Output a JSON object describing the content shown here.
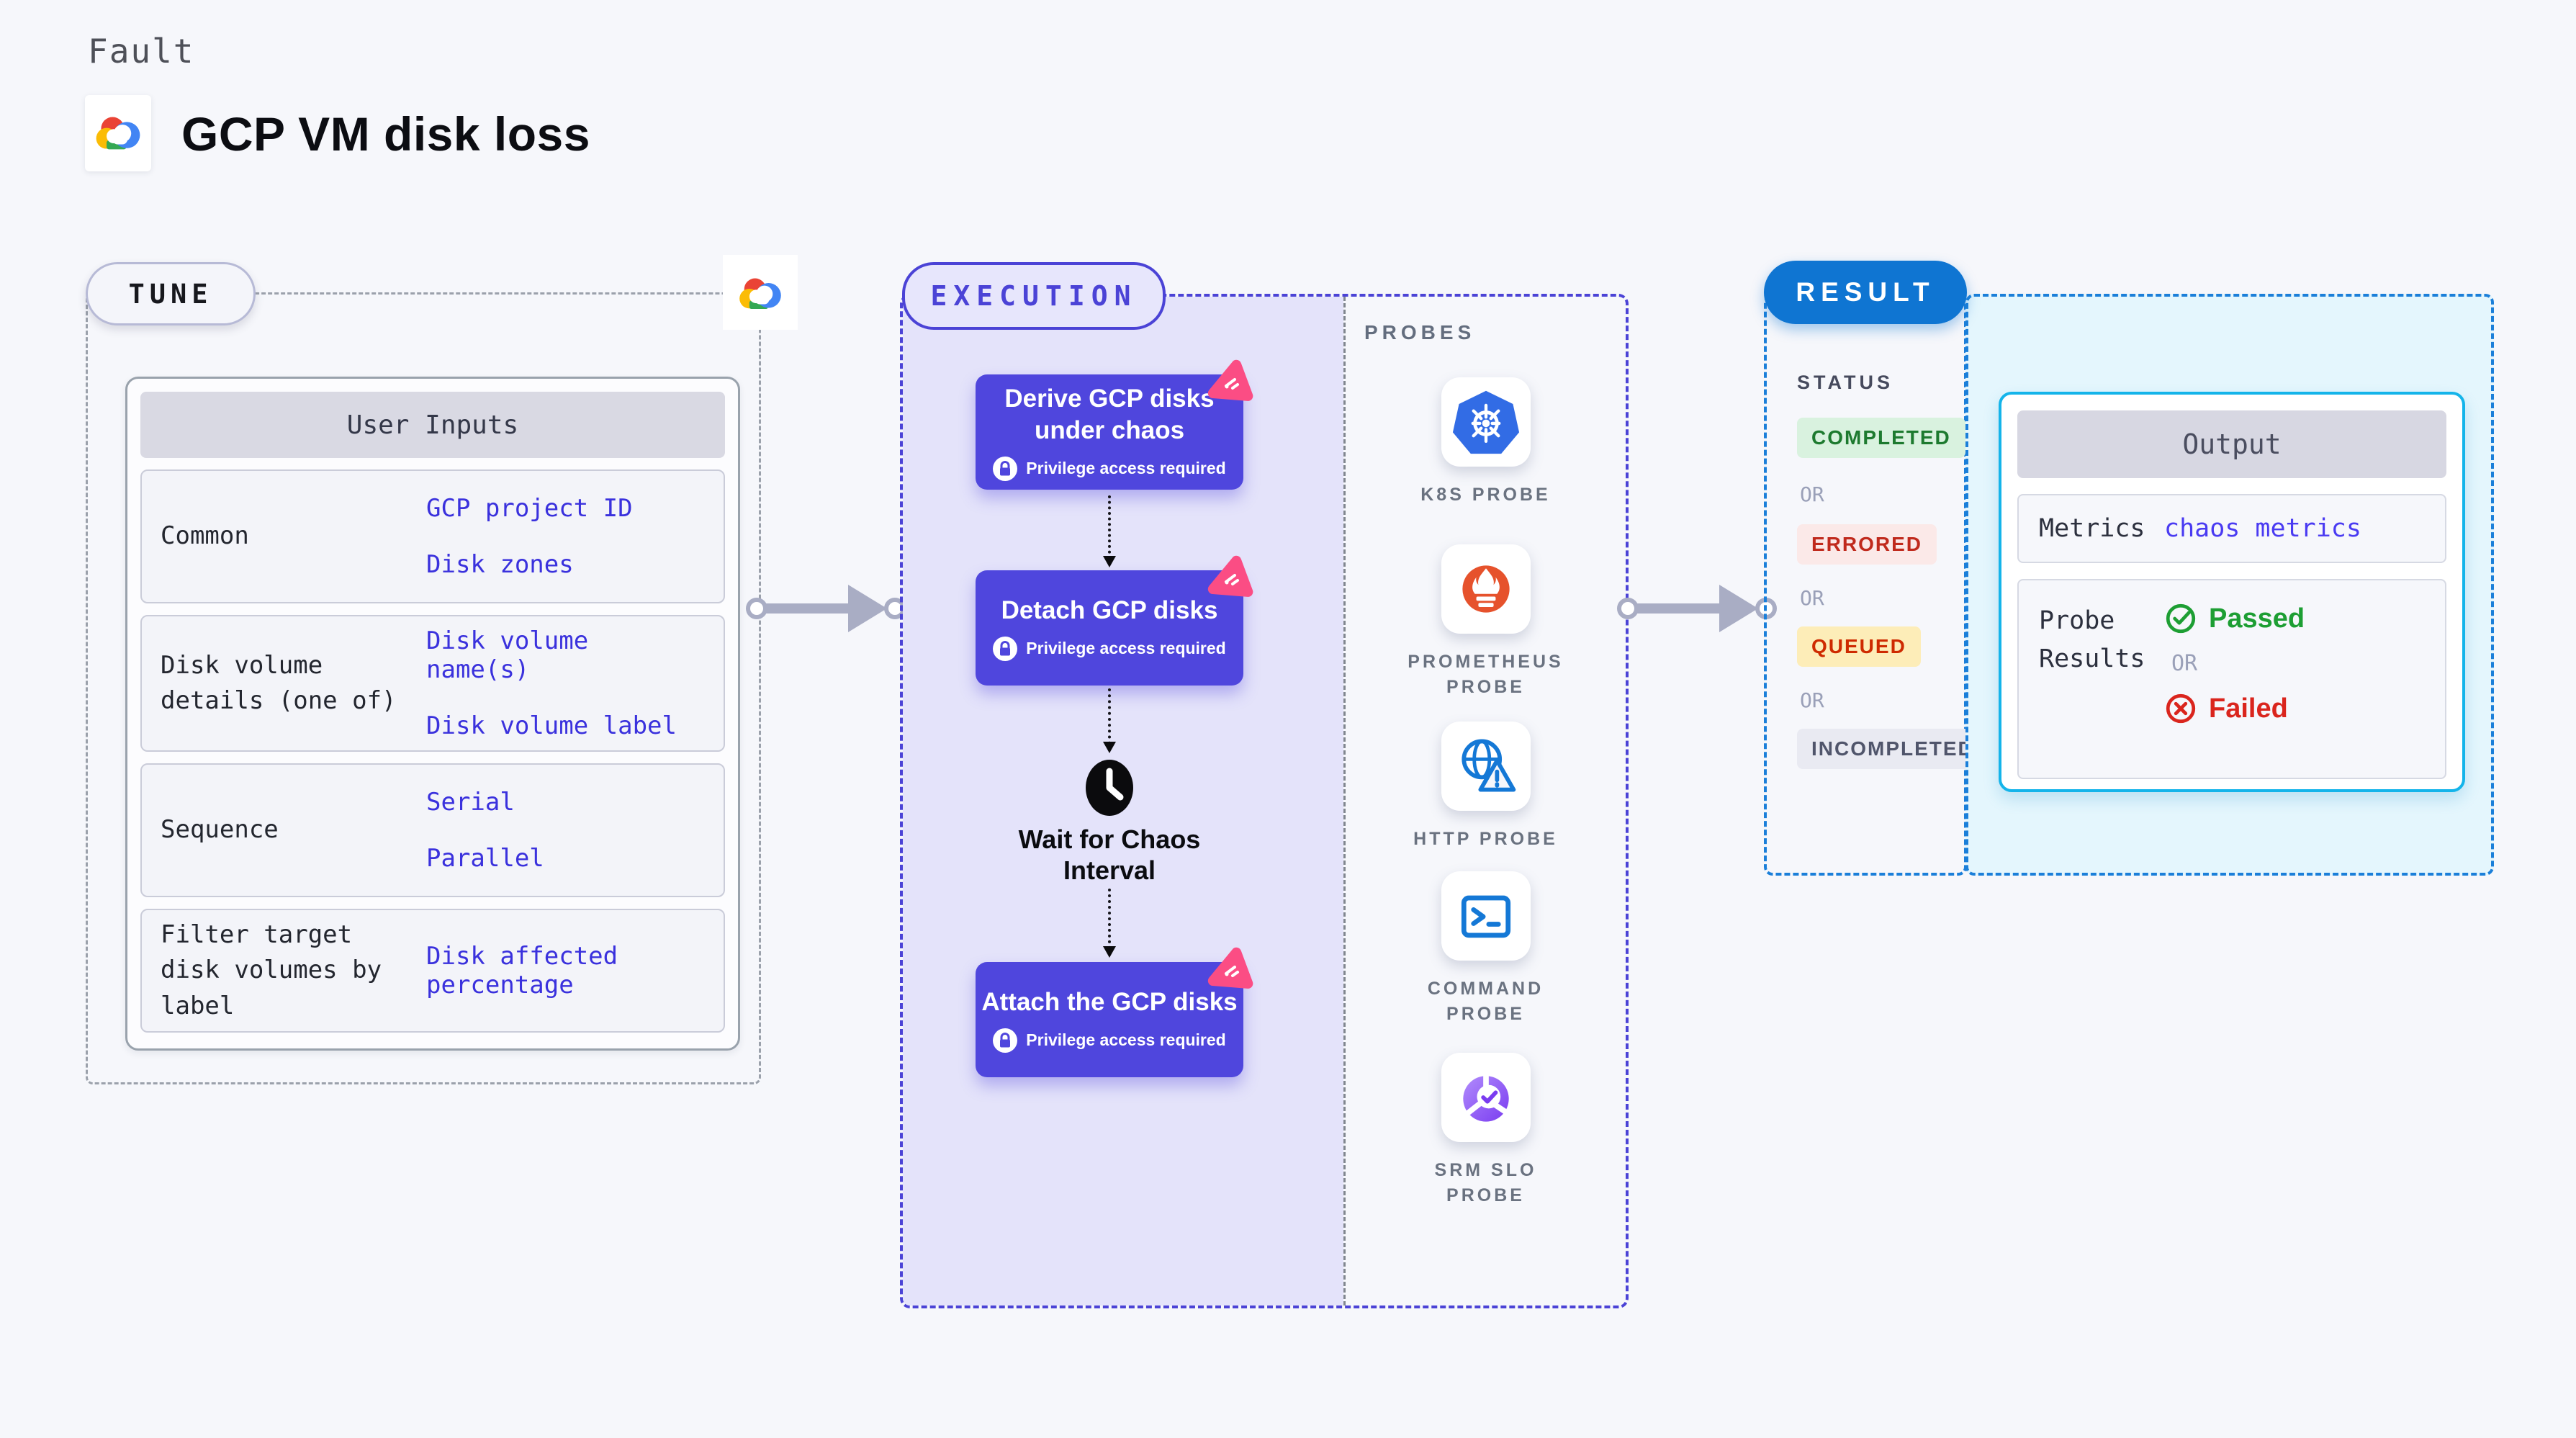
{
  "header": {
    "eyebrow": "Fault",
    "title": "GCP VM disk loss"
  },
  "tune": {
    "badge": "TUNE",
    "table_title": "User Inputs",
    "rows": [
      {
        "label": "Common",
        "values": [
          "GCP project ID",
          "Disk zones"
        ]
      },
      {
        "label": "Disk volume details (one of)",
        "values": [
          "Disk volume name(s)",
          "Disk volume label"
        ]
      },
      {
        "label": "Sequence",
        "values": [
          "Serial",
          "Parallel"
        ]
      },
      {
        "label": "Filter target disk volumes by label",
        "values": [
          "Disk affected percentage"
        ]
      }
    ]
  },
  "execution": {
    "badge": "EXECUTION",
    "nodes": [
      {
        "title": "Derive GCP disks under chaos",
        "note": "Privilege access required"
      },
      {
        "title": "Detach GCP disks",
        "note": "Privilege access required"
      },
      {
        "title": "Attach the GCP disks",
        "note": "Privilege access required"
      }
    ],
    "wait_label": "Wait for Chaos Interval"
  },
  "probes": {
    "title": "PROBES",
    "items": [
      {
        "label": "K8S PROBE",
        "icon": "kubernetes-icon"
      },
      {
        "label": "PROMETHEUS PROBE",
        "icon": "prometheus-icon"
      },
      {
        "label": "HTTP PROBE",
        "icon": "globe-warning-icon"
      },
      {
        "label": "COMMAND PROBE",
        "icon": "terminal-icon"
      },
      {
        "label": "SRM SLO PROBE",
        "icon": "slo-donut-icon"
      }
    ]
  },
  "result": {
    "badge": "RESULT",
    "status_title": "STATUS",
    "or_label": "OR",
    "statuses": [
      {
        "label": "COMPLETED",
        "fg": "#1d7a2f",
        "bg": "#d9f2df"
      },
      {
        "label": "ERRORED",
        "fg": "#c02a1d",
        "bg": "#fbe9e8"
      },
      {
        "label": "QUEUED",
        "fg": "#ce2a00",
        "bg": "#fdedb8"
      },
      {
        "label": "INCOMPLETED",
        "fg": "#50556b",
        "bg": "#e9eaf2"
      }
    ],
    "output": {
      "title": "Output",
      "metrics_label": "Metrics",
      "metrics_value": "chaos metrics",
      "probe_results_label": "Probe Results",
      "passed_label": "Passed",
      "failed_label": "Failed"
    }
  },
  "colors": {
    "page_bg": "#f6f7fb",
    "accent_indigo": "#4b43d6",
    "node_fill": "#4f46dd",
    "execution_bg": "#e4e3fa",
    "badge_pink": "#fb4d84",
    "value_indigo": "#3a31dd",
    "result_blue": "#0f75d2",
    "result_dash_blue": "#1b7fd9",
    "output_border_cyan": "#14b4ea",
    "output_bg_cyan": "#e4f6fd",
    "arrow_gray": "#a9adc4",
    "tune_dash_gray": "#9ba1ab",
    "passed_green": "#1d9e33",
    "failed_red": "#da251d",
    "kubernetes_blue": "#326ce5",
    "prometheus_orange": "#e6522c",
    "probe_icon_blue": "#1478d6",
    "srm_purple": "#7a3bf0"
  }
}
